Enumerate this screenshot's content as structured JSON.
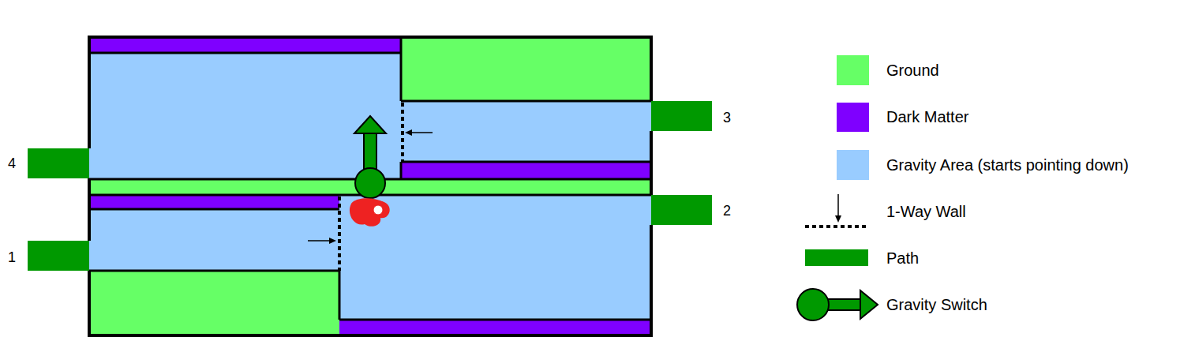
{
  "diagram": {
    "labels": [
      "3",
      "4",
      "2",
      "1"
    ],
    "legend": [
      {
        "text": "Ground",
        "color": "#66ff66"
      },
      {
        "text": "Dark Matter",
        "color": "#7f00ff"
      },
      {
        "text": "Gravity Area (starts pointing down)",
        "color": "#99ccff"
      },
      {
        "text": "1-Way Wall"
      },
      {
        "text": "Path",
        "color": "#009900"
      },
      {
        "text": "Gravity Switch"
      }
    ]
  }
}
